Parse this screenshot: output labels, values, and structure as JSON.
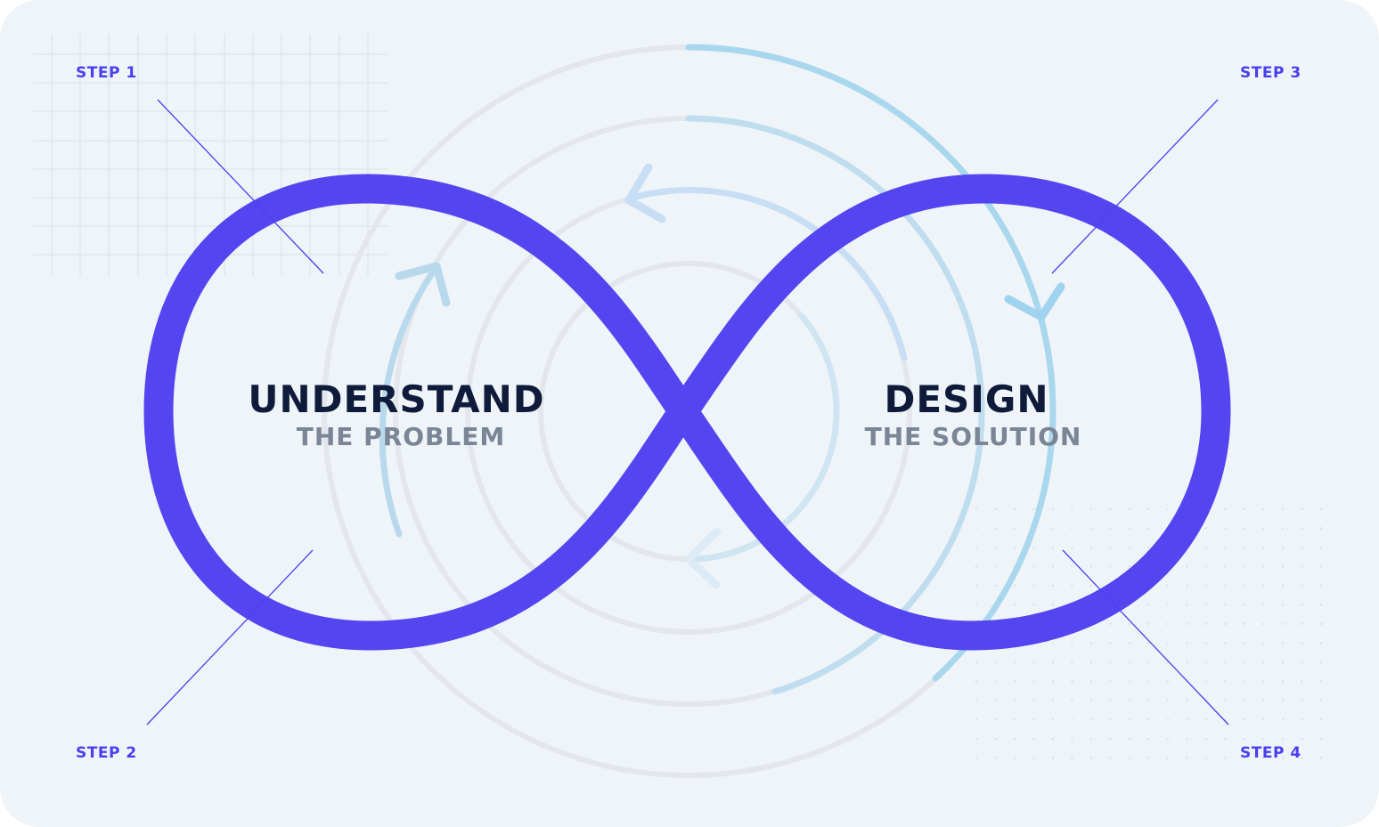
{
  "diagram": {
    "type": "infinity-loop",
    "colors": {
      "background": "#eff4f8",
      "loop": "#4f3ff0",
      "step_label": "#4a3ff0",
      "title": "#0e1b3a",
      "subtitle": "#7a8596",
      "orbit_blue": "#9fd3ee",
      "orbit_grey": "#e3e7ec",
      "grid": "#e2e6ec",
      "dots": "#d9dde3"
    },
    "left_loop": {
      "title": "UNDERSTAND",
      "subtitle": "THE PROBLEM"
    },
    "right_loop": {
      "title": "DESIGN",
      "subtitle": "THE SOLUTION"
    },
    "steps": [
      {
        "label": "STEP 1",
        "position": "top-left"
      },
      {
        "label": "STEP 2",
        "position": "bottom-left"
      },
      {
        "label": "STEP 3",
        "position": "top-right"
      },
      {
        "label": "STEP 4",
        "position": "bottom-right"
      }
    ],
    "icons": {
      "arrow_1": "arrow-up-right-icon",
      "arrow_2": "arrow-left-icon",
      "arrow_3": "arrow-down-icon",
      "arrow_4": "arrow-left-icon"
    }
  }
}
